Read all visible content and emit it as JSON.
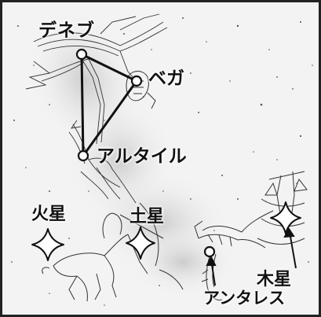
{
  "stars": {
    "deneb": "デネブ",
    "vega": "ベガ",
    "altair": "アルタイル",
    "antares": "アンタレス"
  },
  "planets": {
    "mars": "火星",
    "saturn": "土星",
    "jupiter": "木星"
  },
  "icons": {
    "bright_star": "circle-marker-icon",
    "planet": "four-point-star-icon"
  },
  "colors": {
    "line": "#111111",
    "background": "#f3f3f3",
    "milky_way": "#cfcfcf"
  }
}
